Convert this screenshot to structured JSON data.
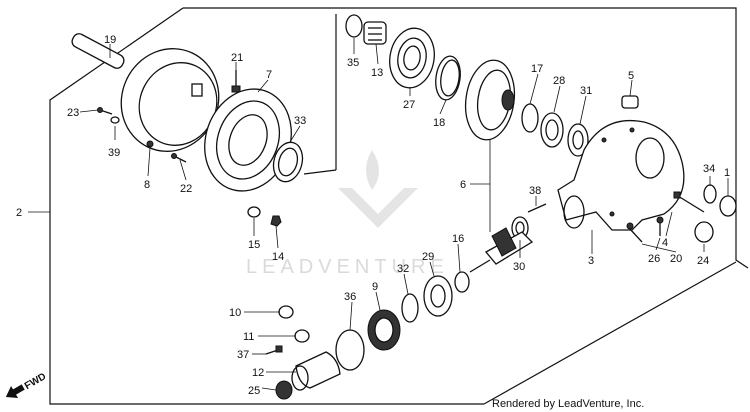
{
  "diagram": {
    "callouts": [
      "1",
      "2",
      "3",
      "4",
      "5",
      "6",
      "7",
      "8",
      "9",
      "10",
      "11",
      "12",
      "13",
      "14",
      "15",
      "16",
      "17",
      "18",
      "19",
      "20",
      "21",
      "22",
      "23",
      "24",
      "25",
      "26",
      "27",
      "28",
      "29",
      "30",
      "31",
      "32",
      "33",
      "34",
      "35",
      "36",
      "37",
      "38",
      "39"
    ],
    "watermark": "LEADVENTURE",
    "forward_label": "FWD",
    "credit": "Rendered by LeadVenture, Inc."
  }
}
